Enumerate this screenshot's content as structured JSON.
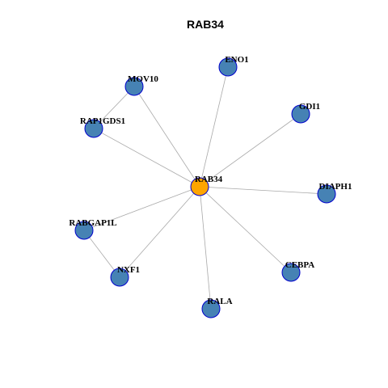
{
  "title": "RAB34",
  "colors": {
    "hub_fill": "#FFA500",
    "node_fill": "#4682B4",
    "node_stroke": "#0000CD",
    "edge": "#A9A9A9"
  },
  "nodes": [
    {
      "id": "RAB34",
      "label": "RAB34",
      "hub": true
    },
    {
      "id": "ENO1",
      "label": "ENO1",
      "hub": false
    },
    {
      "id": "MOV10",
      "label": "MOV10",
      "hub": false
    },
    {
      "id": "GDI1",
      "label": "GDI1",
      "hub": false
    },
    {
      "id": "RAP1GDS1",
      "label": "RAP1GDS1",
      "hub": false
    },
    {
      "id": "DIAPH1",
      "label": "DIAPH1",
      "hub": false
    },
    {
      "id": "RABGAP1L",
      "label": "RABGAP1L",
      "hub": false
    },
    {
      "id": "NXF1",
      "label": "NXF1",
      "hub": false
    },
    {
      "id": "CEBPA",
      "label": "CEBPA",
      "hub": false
    },
    {
      "id": "RALA",
      "label": "RALA",
      "hub": false
    }
  ],
  "edges": [
    [
      "RAB34",
      "ENO1"
    ],
    [
      "RAB34",
      "MOV10"
    ],
    [
      "RAB34",
      "GDI1"
    ],
    [
      "RAB34",
      "RAP1GDS1"
    ],
    [
      "RAB34",
      "DIAPH1"
    ],
    [
      "RAB34",
      "RABGAP1L"
    ],
    [
      "RAB34",
      "NXF1"
    ],
    [
      "RAB34",
      "CEBPA"
    ],
    [
      "RAB34",
      "RALA"
    ],
    [
      "MOV10",
      "RAP1GDS1"
    ],
    [
      "RABGAP1L",
      "NXF1"
    ]
  ]
}
